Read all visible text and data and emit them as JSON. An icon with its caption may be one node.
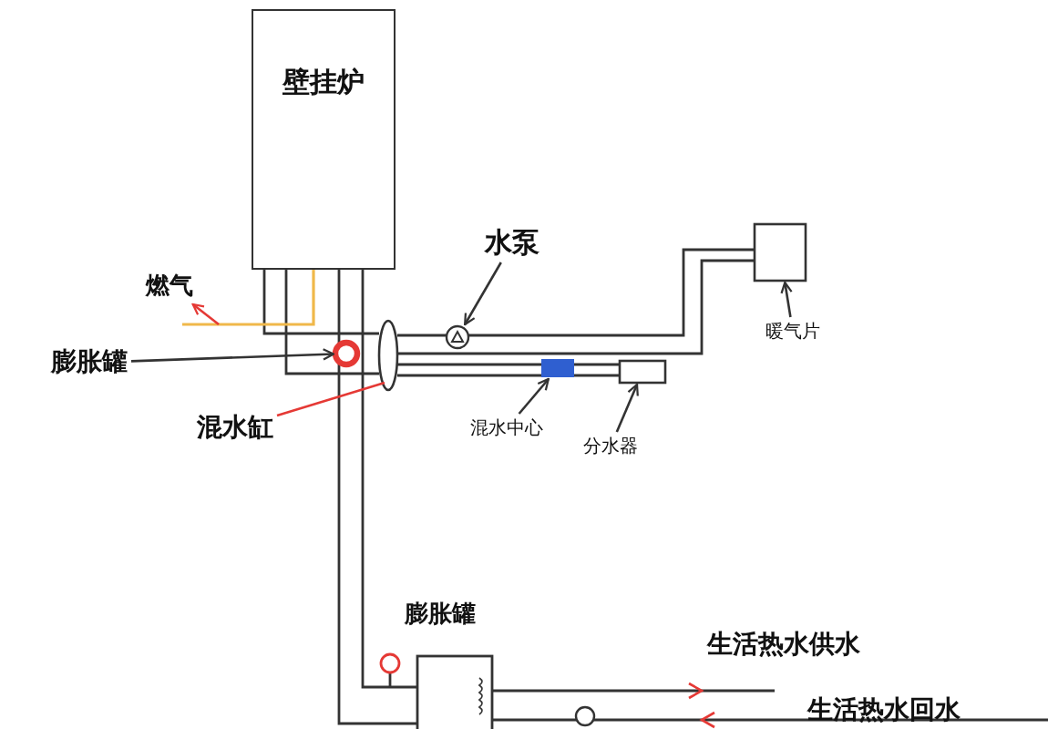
{
  "diagram": {
    "nodes": [
      {
        "text": [
          "壁挂炉"
        ]
      },
      {
        "text": [
          "燃气"
        ]
      },
      {
        "text": [
          "水泵"
        ]
      },
      {
        "text": [],
        "shape": "circle"
      },
      {
        "text": [
          "膨胀罐"
        ]
      },
      {
        "text": [],
        "shape": "circle"
      },
      {
        "text": [
          "混水缸"
        ]
      },
      {
        "text": [],
        "shape": "ellipse"
      },
      {
        "text": [],
        "shape": "box"
      },
      {
        "text": [
          "暖气片"
        ]
      },
      {
        "text": [],
        "shape": "bar"
      },
      {
        "text": [
          "混水中心"
        ]
      },
      {
        "text": [],
        "shape": "box"
      },
      {
        "text": [
          "分水器"
        ]
      },
      {
        "text": [
          "膨胀罐"
        ]
      },
      {
        "text": [
          "生活热水供水"
        ]
      },
      {
        "text": [
          "生活热水回水"
        ]
      }
    ],
    "edges": [
      {
        "from": null,
        "to": 1,
        "arrow": "to",
        "color": "#e53935"
      },
      {
        "from": 2,
        "to": 3,
        "arrow": "to"
      },
      {
        "from": 4,
        "to": 5,
        "arrow": "to"
      },
      {
        "from": 6,
        "to": 7,
        "arrow": "none",
        "color": "#e53935"
      },
      {
        "from": 9,
        "to": 8,
        "arrow": "to"
      },
      {
        "from": 11,
        "to": 10,
        "arrow": "to"
      },
      {
        "from": 13,
        "to": 12,
        "arrow": "to"
      }
    ]
  }
}
